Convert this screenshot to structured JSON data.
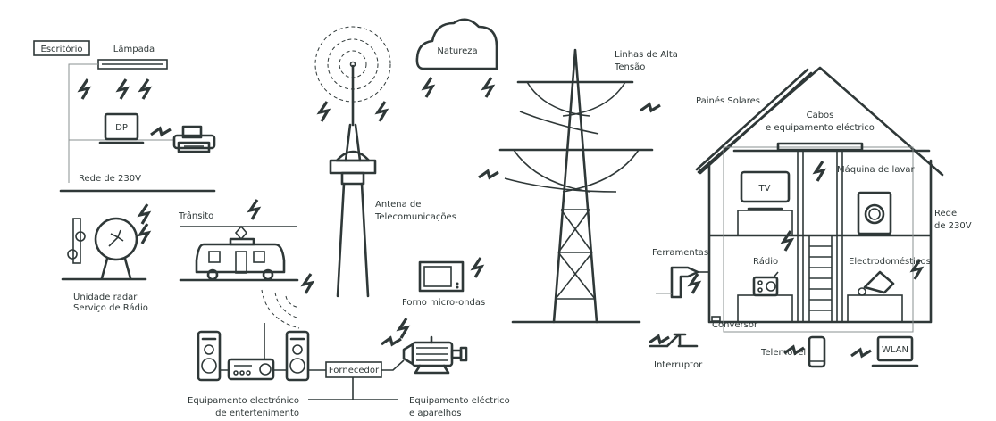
{
  "colors": {
    "ink": "#2f3838",
    "background": "#ffffff"
  },
  "labels": {
    "office": "Escritório",
    "lamp": "Lâmpada",
    "pc": "DP",
    "office_grid": "Rede de 230V",
    "traffic": "Trânsito",
    "radar_1": "Unidade radar",
    "radar_2": "Serviço de Rádio",
    "antenna_1": "Antena de",
    "antenna_2": "Telecomunicações",
    "nature": "Natureza",
    "microwave": "Forno micro-ondas",
    "entertainment_1": "Equipamento electrónico",
    "entertainment_2": "de entertenimento",
    "supplier": "Fornecedor",
    "electrical_1": "Equipamento eléctrico",
    "electrical_2": "e aparelhos",
    "hv_1": "Linhas de Alta",
    "hv_2": "Tensão",
    "solar": "Painés Solares",
    "cables_1": "Cabos",
    "cables_2": "e equipamento eléctrico",
    "tv": "TV",
    "washer": "Máquina de lavar",
    "house_grid_1": "Rede",
    "house_grid_2": "de 230V",
    "tools": "Ferramentas",
    "radio": "Rádio",
    "appliances": "Electrodomésticos",
    "converter": "Conversor",
    "switch": "Interruptor",
    "mobile": "Telemóvel",
    "wlan": "WLAN"
  }
}
